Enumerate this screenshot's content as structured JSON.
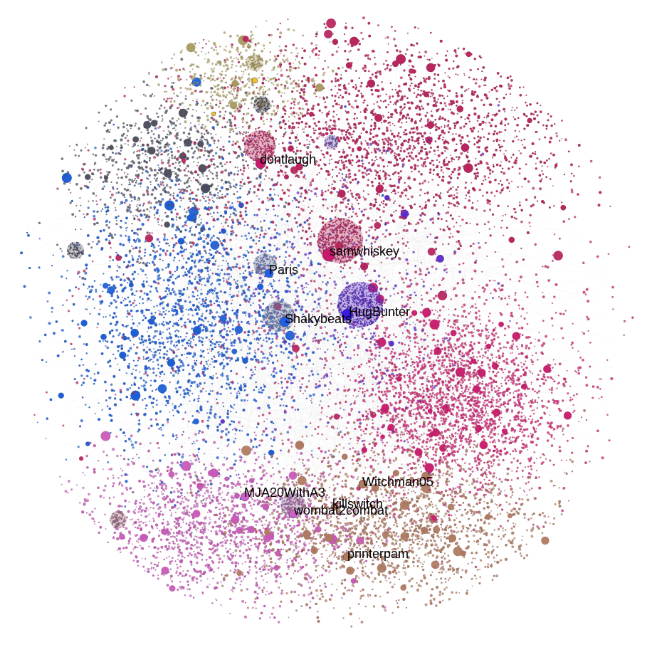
{
  "network": {
    "labels": [
      "dontlaugh",
      "samwhiskey",
      "Paris",
      "Shakybeats",
      "HugBunter",
      "Witchman05",
      "MJA20WithA3",
      "killswitch",
      "wombat2combat",
      "printerpam"
    ],
    "community_colors": {
      "magenta_red": "#b8265f",
      "deep_pink": "#c8196a",
      "blue": "#1f5fd6",
      "pink_violet": "#c85ab8",
      "salmon_brown": "#b07a62",
      "purple": "#5a2bc8",
      "olive": "#a89a5c",
      "dark_slate": "#4a4a5a",
      "edge_gray": "#bdbdbd"
    }
  }
}
